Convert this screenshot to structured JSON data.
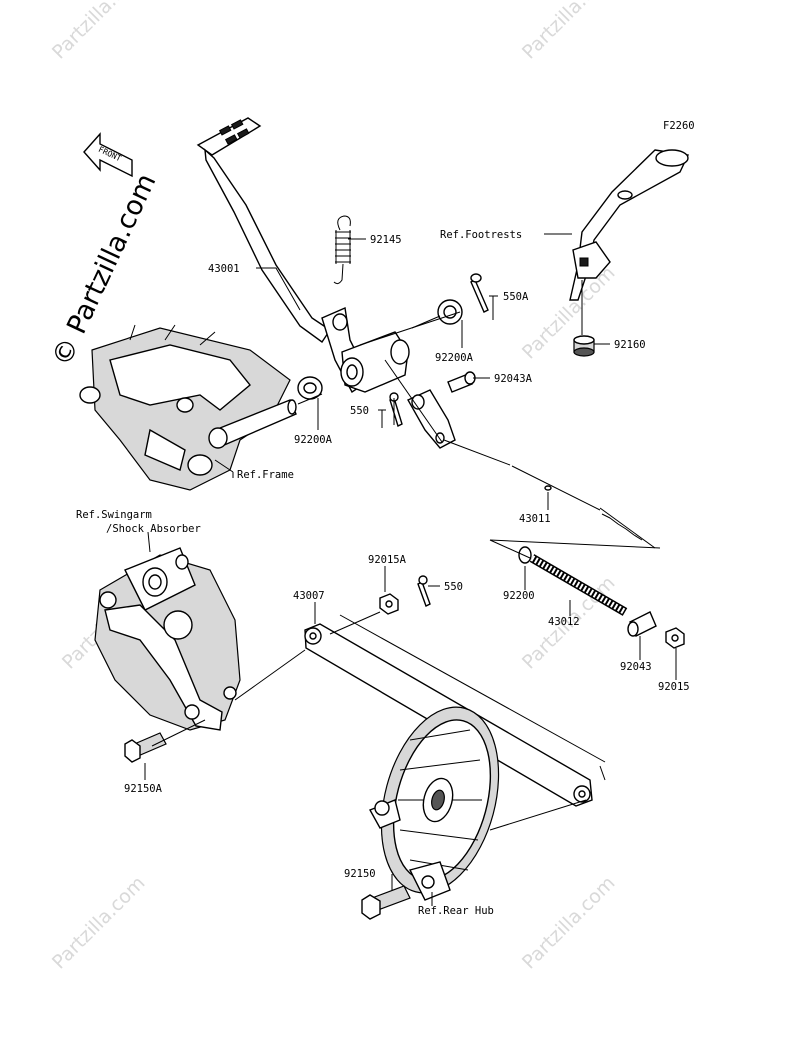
{
  "figure_code": "F2260",
  "watermark": {
    "brand": "Partzilla.com",
    "main": "© Partzilla.com"
  },
  "front_arrow_label": "FRONT",
  "parts": {
    "p43001": "43001",
    "p92145": "92145",
    "p550A": "550A",
    "p92200A_top": "92200A",
    "p92043A": "92043A",
    "p550_top": "550",
    "p92200A_left": "92200A",
    "p43011": "43011",
    "p92160": "92160",
    "p92015A": "92015A",
    "p550_mid": "550",
    "p43007": "43007",
    "p92200": "92200",
    "p43012": "43012",
    "p92043": "92043",
    "p92015": "92015",
    "p92150A": "92150A",
    "p92150": "92150"
  },
  "refs": {
    "footrests": "Ref.Footrests",
    "frame": "Ref.Frame",
    "swingarm_1": "Ref.Swingarm",
    "swingarm_2": "/Shock Absorber",
    "rear_hub": "Ref.Rear Hub"
  }
}
